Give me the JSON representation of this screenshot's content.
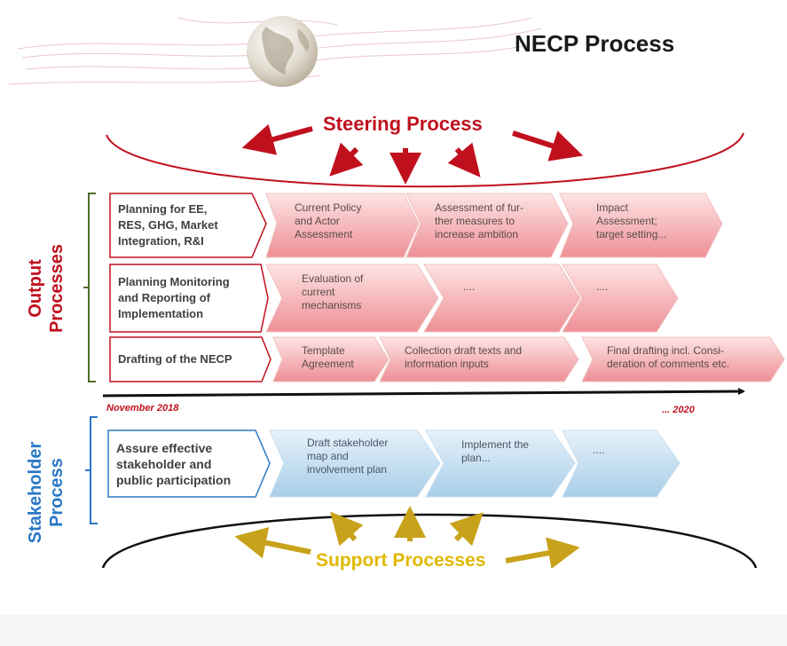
{
  "title": "NECP Process",
  "steering_label": "Steering Process",
  "support_label": "Support Processes",
  "output_label_line1": "Output",
  "output_label_line2": "Processes",
  "stakeholder_label_line1": "Stakeholder",
  "stakeholder_label_line2": "Process",
  "timeline": {
    "start": "November 2018",
    "end": "... 2020"
  },
  "output_rows": [
    {
      "heading": [
        "Planning for EE,",
        "RES, GHG, Market",
        "Integration, R&I"
      ],
      "steps": [
        [
          "Current Policy",
          "and Actor",
          "Assessment"
        ],
        [
          "Assessment of fur-",
          "ther measures to",
          "increase ambition"
        ],
        [
          "Impact",
          "Assessment;",
          "target setting..."
        ]
      ]
    },
    {
      "heading": [
        "Planning Monitoring",
        "and Reporting of",
        "Implementation"
      ],
      "steps": [
        [
          "Evaluation of",
          "current",
          "mechanisms"
        ],
        [
          "...."
        ],
        [
          "...."
        ]
      ]
    },
    {
      "heading": [
        "Drafting of the NECP"
      ],
      "steps": [
        [
          "Template",
          "Agreement"
        ],
        [
          "Collection draft texts and",
          "information inputs"
        ],
        [
          "Final drafting incl. Consi-",
          "deration of comments etc."
        ]
      ]
    }
  ],
  "stakeholder_row": {
    "heading": [
      "Assure effective",
      "stakeholder and",
      "public participation"
    ],
    "steps": [
      [
        "Draft stakeholder",
        "map and",
        "involvement  plan"
      ],
      [
        "Implement the",
        "plan..."
      ],
      [
        "...."
      ]
    ]
  },
  "colors": {
    "red": "#c0101e",
    "gold": "#c8a21a",
    "blue": "#2b78c6",
    "green": "#4e6b2c",
    "pink_fill": "#f4b6b8",
    "blue_fill": "#bcd9ee"
  }
}
